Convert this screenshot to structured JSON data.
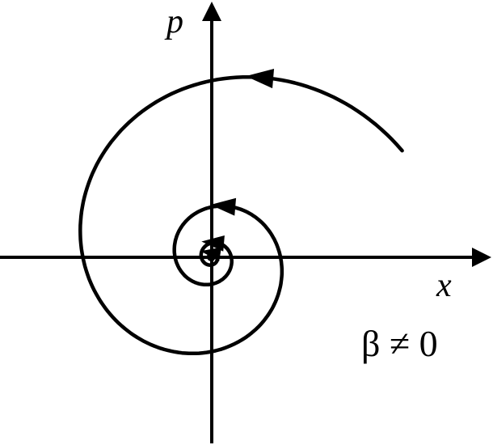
{
  "diagram": {
    "axes": {
      "x_label": "x",
      "y_label": "p"
    },
    "annotation": "β ≠ 0",
    "colors": {
      "ink": "#000000",
      "background": "#ffffff"
    }
  }
}
